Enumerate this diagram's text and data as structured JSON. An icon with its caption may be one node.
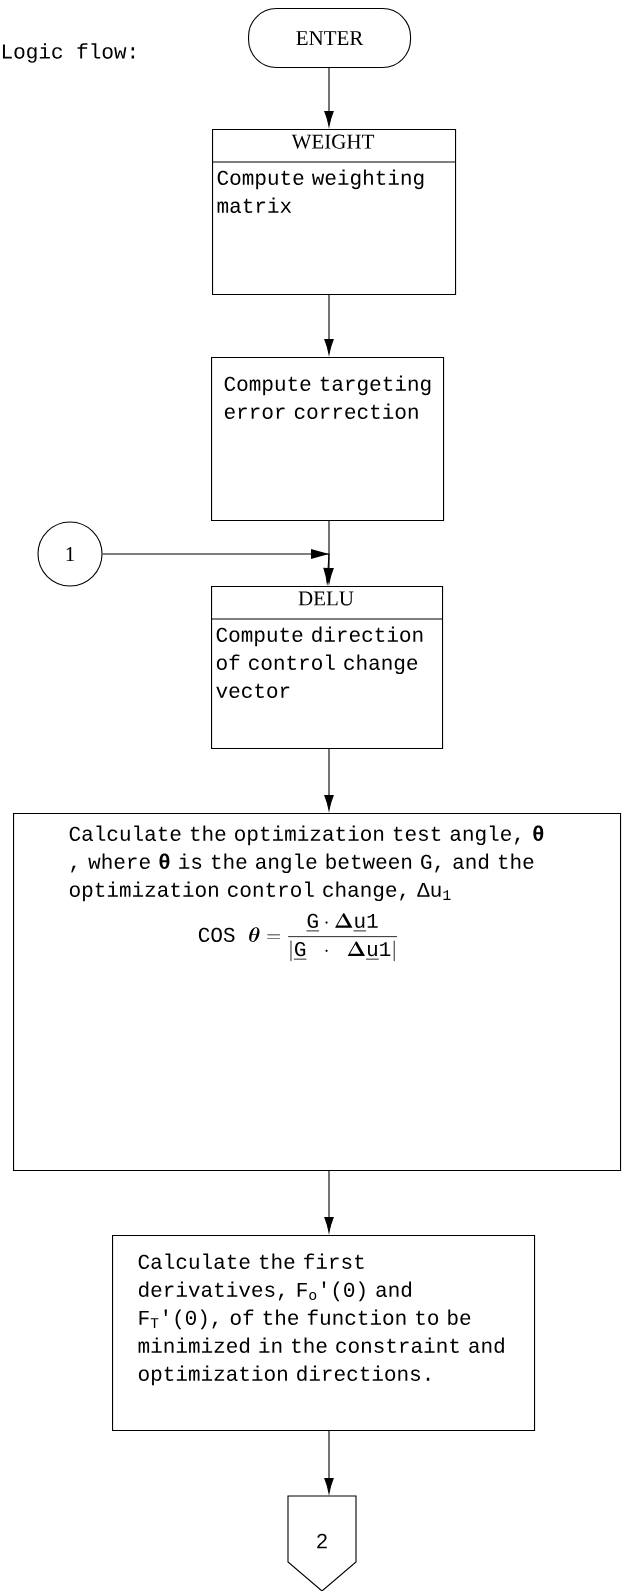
{
  "diagram": {
    "nodes": [
      {
        "text": [
          "ENTER"
        ]
      },
      {
        "text": [
          "WEIGHT",
          "Compute weighting matrix"
        ]
      },
      {
        "text": [
          "Compute targeting error correction"
        ]
      },
      {
        "text": [
          "1"
        ]
      },
      {
        "text": [
          "DELU",
          "Compute direction of control change vector"
        ]
      },
      {
        "text": [
          "Calculate the optimization test angle, **θ** , where **θ** is the angle between G, and the optimization control change, Δu$_{1}$",
          "\\mathrm{COS}\\ \\boldsymbol{\\theta} = \\frac{\\underline{\\mathrm{G}}\\cdot\\boldsymbol{\\Delta}\\underline{\\mathrm{u}}\\mathrm{1}}{|\\underline{\\mathrm{G}}\\ \\cdot\\ \\boldsymbol{\\Delta}\\underline{\\mathrm{u}}\\mathrm{1}|}"
        ]
      },
      {
        "text": [
          "Calculate the first derivatives, F$_{o}$'(0) and F$_{T}$'(0), of the function to be minimized in the constraint and optimization directions."
        ]
      },
      {
        "text": [
          "2"
        ]
      }
    ],
    "edges": [
      {
        "from": 0,
        "to": 1,
        "arrow": "to"
      },
      {
        "from": 1,
        "to": 2,
        "arrow": "to"
      },
      {
        "from": 2,
        "to": 4,
        "arrow": "to"
      },
      {
        "from": 3,
        "to": 4,
        "arrow": "to"
      },
      {
        "from": 4,
        "to": 5,
        "arrow": "to"
      },
      {
        "from": 5,
        "to": 6,
        "arrow": "to"
      },
      {
        "from": 6,
        "to": 7,
        "arrow": "to"
      }
    ],
    "labels": [
      "Logic flow:"
    ]
  }
}
